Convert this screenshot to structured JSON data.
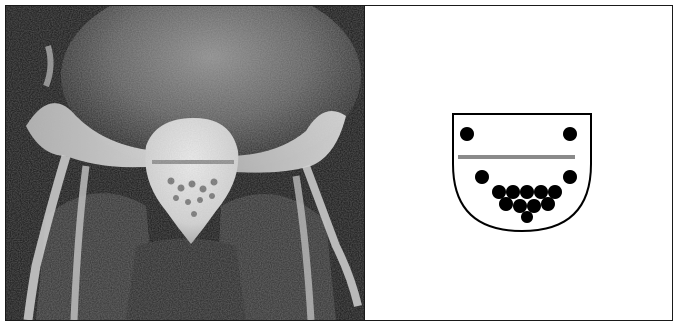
{
  "figure": {
    "panels": [
      {
        "id": "left",
        "kind": "mri-slice",
        "description_name": "axial-mri-dural-sac"
      },
      {
        "id": "right",
        "kind": "schematic",
        "description_name": "nerve-root-sedimentation-diagram"
      }
    ],
    "colors": {
      "frame": "#1a1a1a",
      "mri_bg": "#0d0d0d",
      "reference_line": "#8a8a8a",
      "schematic_outline": "#000000",
      "schematic_dots": "#000000",
      "schematic_fill": "#ffffff"
    },
    "schematic": {
      "upper_dots": 2,
      "lower_side_dots": 2,
      "sedimented_dots": 10
    }
  }
}
